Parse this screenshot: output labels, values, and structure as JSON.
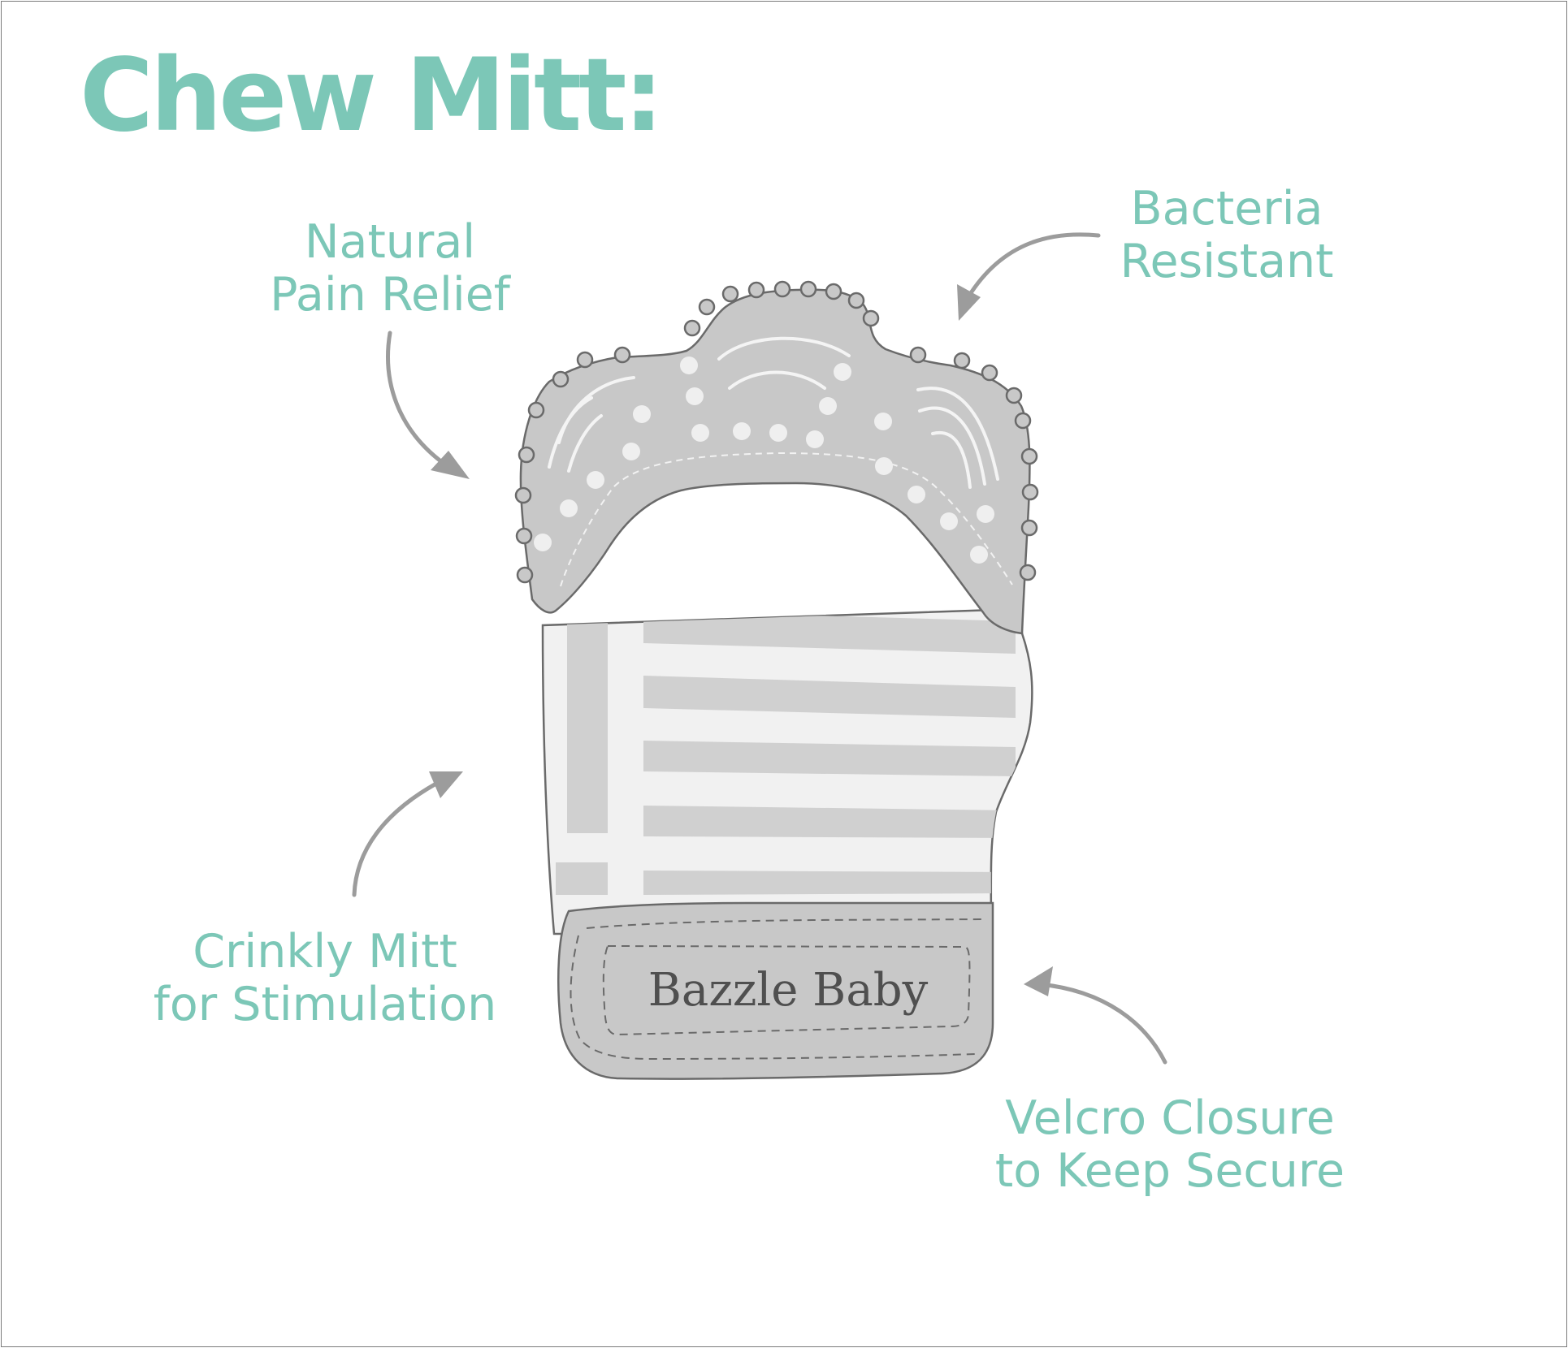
{
  "title": "Chew Mitt:",
  "brand_label": "Bazzle Baby",
  "callouts": {
    "natural": [
      "Natural",
      "Pain Relief"
    ],
    "bacteria": [
      "Bacteria",
      "Resistant"
    ],
    "crinkly": [
      "Crinkly Mitt",
      "for Stimulation"
    ],
    "velcro": [
      "Velcro Closure",
      "to Keep Secure"
    ]
  },
  "colors": {
    "accent": "#7cc7b7",
    "silicone": "#c8c8c8",
    "stripe": "#d0d0d0",
    "arrow": "#9c9c9c"
  }
}
